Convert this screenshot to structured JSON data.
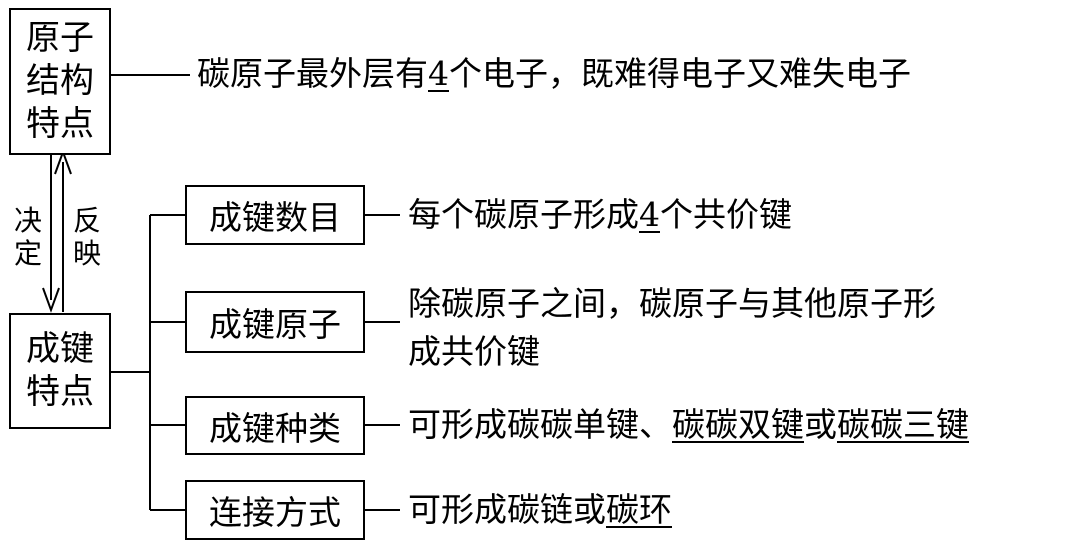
{
  "structure_box": {
    "line1": "原子",
    "line2": "结构",
    "line3": "特点"
  },
  "structure_desc": {
    "part1": "碳原子最外层有",
    "num": "4",
    "part2": "个电子，既难得电子又难失电子"
  },
  "arrows": {
    "determine": [
      "决",
      "定"
    ],
    "reflect": [
      "反",
      "映"
    ]
  },
  "bond_box": {
    "line1": "成键",
    "line2": "特点"
  },
  "items": [
    {
      "label": "成键数目",
      "desc": {
        "part1": "每个碳原子形成",
        "num": "4",
        "part2": "个共价键"
      }
    },
    {
      "label": "成键原子",
      "desc": {
        "line1": "除碳原子之间，碳原子与其他原子形",
        "line2": "成共价键"
      }
    },
    {
      "label": "成键种类",
      "desc": {
        "plain": "可形成碳碳单键、",
        "u1": "碳碳双键",
        "mid": "或",
        "u2": "碳碳三键"
      }
    },
    {
      "label": "连接方式",
      "desc": {
        "plain": "可形成碳链或",
        "u1": "碳环"
      }
    }
  ]
}
